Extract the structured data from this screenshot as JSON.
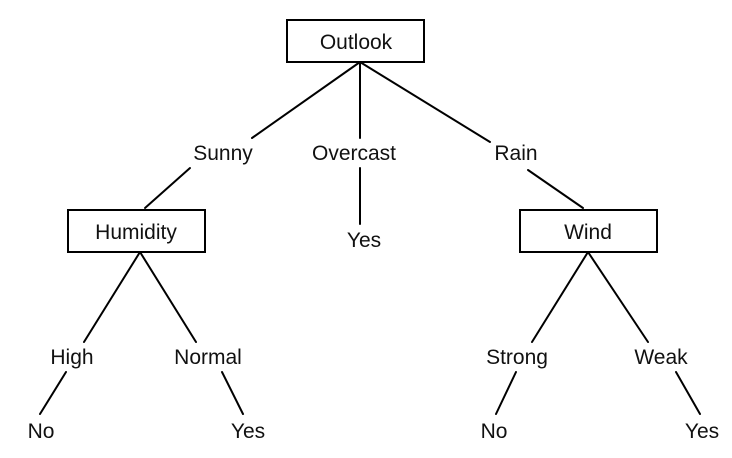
{
  "tree": {
    "root": {
      "label": "Outlook"
    },
    "branches": {
      "sunny": "Sunny",
      "overcast": "Overcast",
      "rain": "Rain"
    },
    "humidity": {
      "label": "Humidity",
      "branches": {
        "high": "High",
        "normal": "Normal"
      },
      "leaves": {
        "high": "No",
        "normal": "Yes"
      }
    },
    "overcast_leaf": "Yes",
    "wind": {
      "label": "Wind",
      "branches": {
        "strong": "Strong",
        "weak": "Weak"
      },
      "leaves": {
        "strong": "No",
        "weak": "Yes"
      }
    }
  }
}
